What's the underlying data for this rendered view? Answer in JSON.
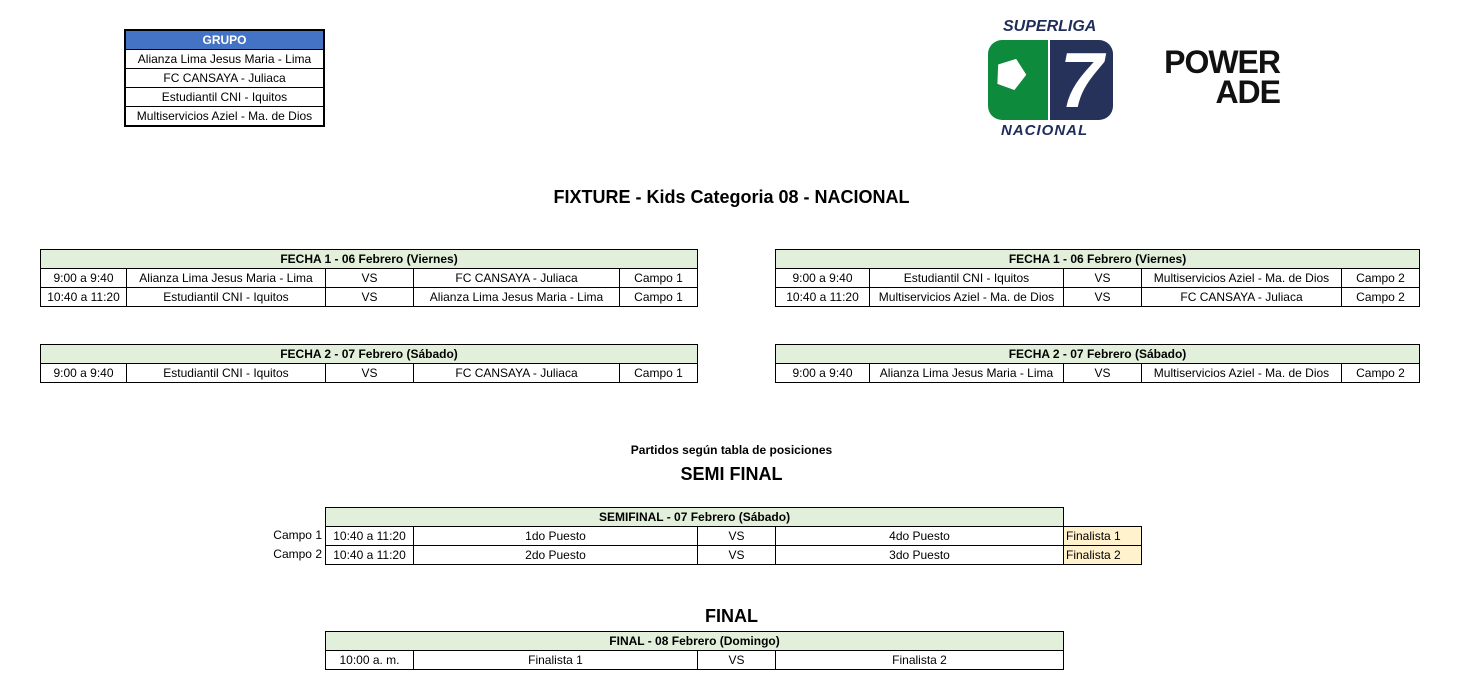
{
  "grupo": {
    "header": "GRUPO",
    "teams": [
      "Alianza Lima Jesus Maria - Lima",
      "FC CANSAYA - Juliaca",
      "Estudiantil CNI - Iquitos",
      "Multiservicios Aziel - Ma. de Dios"
    ]
  },
  "logos": {
    "superliga_top": "SUPERLIGA",
    "superliga_number": "7",
    "superliga_bottom": "NACIONAL",
    "powerade_line1": "POWER",
    "powerade_line2": "ADE"
  },
  "title": "FIXTURE - Kids Categoria 08 - NACIONAL",
  "fecha1_left": {
    "header": "FECHA 1 - 06 Febrero (Viernes)",
    "rows": [
      [
        "9:00 a 9:40",
        "Alianza Lima Jesus Maria - Lima",
        "VS",
        "FC CANSAYA - Juliaca",
        "Campo 1"
      ],
      [
        "10:40 a 11:20",
        "Estudiantil CNI - Iquitos",
        "VS",
        "Alianza Lima Jesus Maria - Lima",
        "Campo 1"
      ]
    ]
  },
  "fecha1_right": {
    "header": "FECHA 1 - 06 Febrero (Viernes)",
    "rows": [
      [
        "9:00 a 9:40",
        "Estudiantil CNI - Iquitos",
        "VS",
        "Multiservicios Aziel - Ma. de Dios",
        "Campo 2"
      ],
      [
        "10:40 a 11:20",
        "Multiservicios Aziel - Ma. de Dios",
        "VS",
        "FC CANSAYA - Juliaca",
        "Campo 2"
      ]
    ]
  },
  "fecha2_left": {
    "header": "FECHA 2 - 07 Febrero (Sábado)",
    "rows": [
      [
        "9:00 a 9:40",
        "Estudiantil CNI - Iquitos",
        "VS",
        "FC CANSAYA - Juliaca",
        "Campo 1"
      ]
    ]
  },
  "fecha2_right": {
    "header": "FECHA 2 - 07 Febrero (Sábado)",
    "rows": [
      [
        "9:00 a 9:40",
        "Alianza Lima Jesus Maria - Lima",
        "VS",
        "Multiservicios Aziel - Ma. de Dios",
        "Campo 2"
      ]
    ]
  },
  "semi": {
    "note": "Partidos según tabla de posiciones",
    "title": "SEMI FINAL",
    "header": "SEMIFINAL - 07 Febrero (Sábado)",
    "rows": [
      {
        "campo": "Campo 1",
        "time": "10:40 a 11:20",
        "home": "1do Puesto",
        "vs": "VS",
        "away": "4do Puesto",
        "result": "Finalista 1"
      },
      {
        "campo": "Campo 2",
        "time": "10:40 a 11:20",
        "home": "2do Puesto",
        "vs": "VS",
        "away": "3do Puesto",
        "result": "Finalista 2"
      }
    ]
  },
  "final": {
    "title": "FINAL",
    "header": "FINAL - 08 Febrero (Domingo)",
    "row": {
      "time": "10:00 a. m.",
      "home": "Finalista 1",
      "vs": "VS",
      "away": "Finalista 2"
    }
  }
}
